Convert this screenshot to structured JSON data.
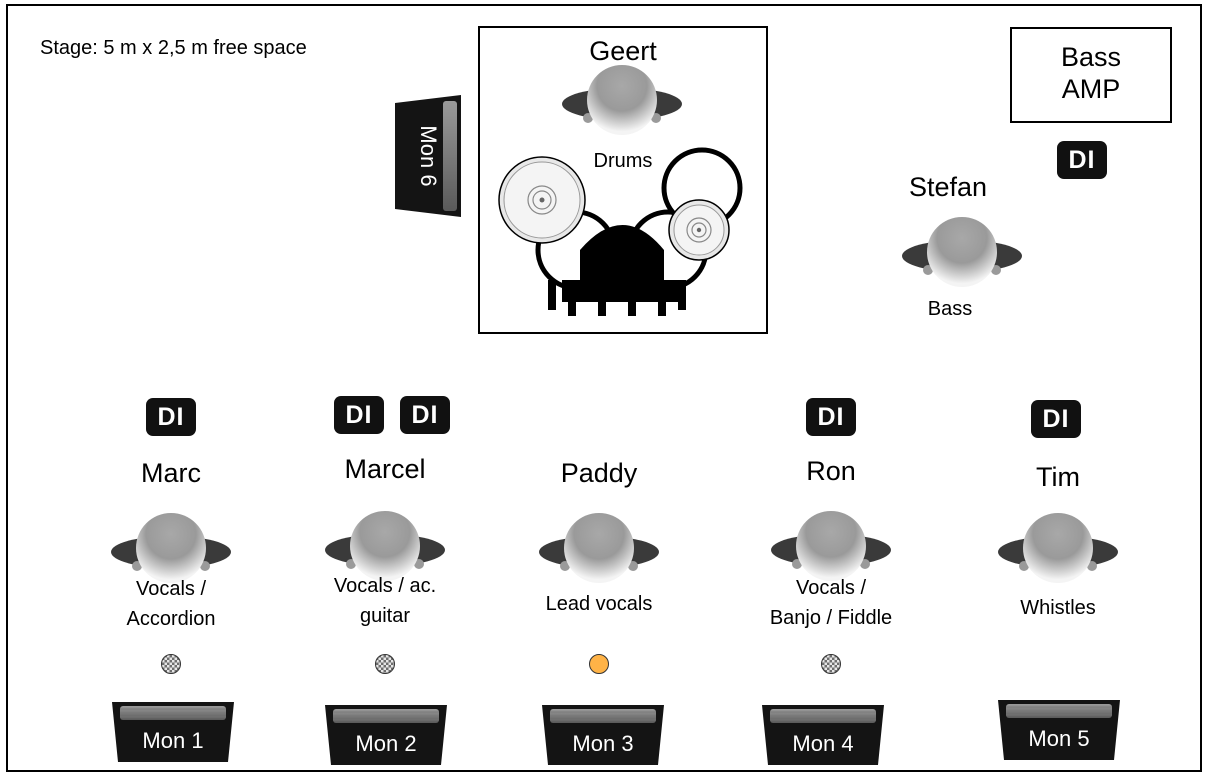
{
  "stage_note": "Stage: 5 m x 2,5 m free space",
  "drums": {
    "name": "Geert",
    "role": "Drums",
    "monitor": "Mon 6"
  },
  "bass": {
    "name": "Stefan",
    "role": "Bass",
    "amp_line1": "Bass",
    "amp_line2": "AMP",
    "di": "DI"
  },
  "front_line": [
    {
      "name": "Marc",
      "role_line1": "Vocals /",
      "role_line2": "Accordion",
      "di": [
        "DI"
      ],
      "spot": "grey",
      "monitor": "Mon 1"
    },
    {
      "name": "Marcel",
      "role_line1": "Vocals / ac.",
      "role_line2": "guitar",
      "di": [
        "DI",
        "DI"
      ],
      "spot": "grey",
      "monitor": "Mon 2"
    },
    {
      "name": "Paddy",
      "role_line1": "Lead vocals",
      "role_line2": "",
      "di": [],
      "spot": "orange",
      "monitor": "Mon 3"
    },
    {
      "name": "Ron",
      "role_line1": "Vocals /",
      "role_line2": "Banjo / Fiddle",
      "di": [
        "DI"
      ],
      "spot": "grey",
      "monitor": "Mon 4"
    },
    {
      "name": "Tim",
      "role_line1": "Whistles",
      "role_line2": "",
      "di": [
        "DI"
      ],
      "spot": "none",
      "monitor": "Mon 5"
    }
  ],
  "colors": {
    "spot_orange": "#ffb347",
    "equipment_black": "#111111"
  }
}
